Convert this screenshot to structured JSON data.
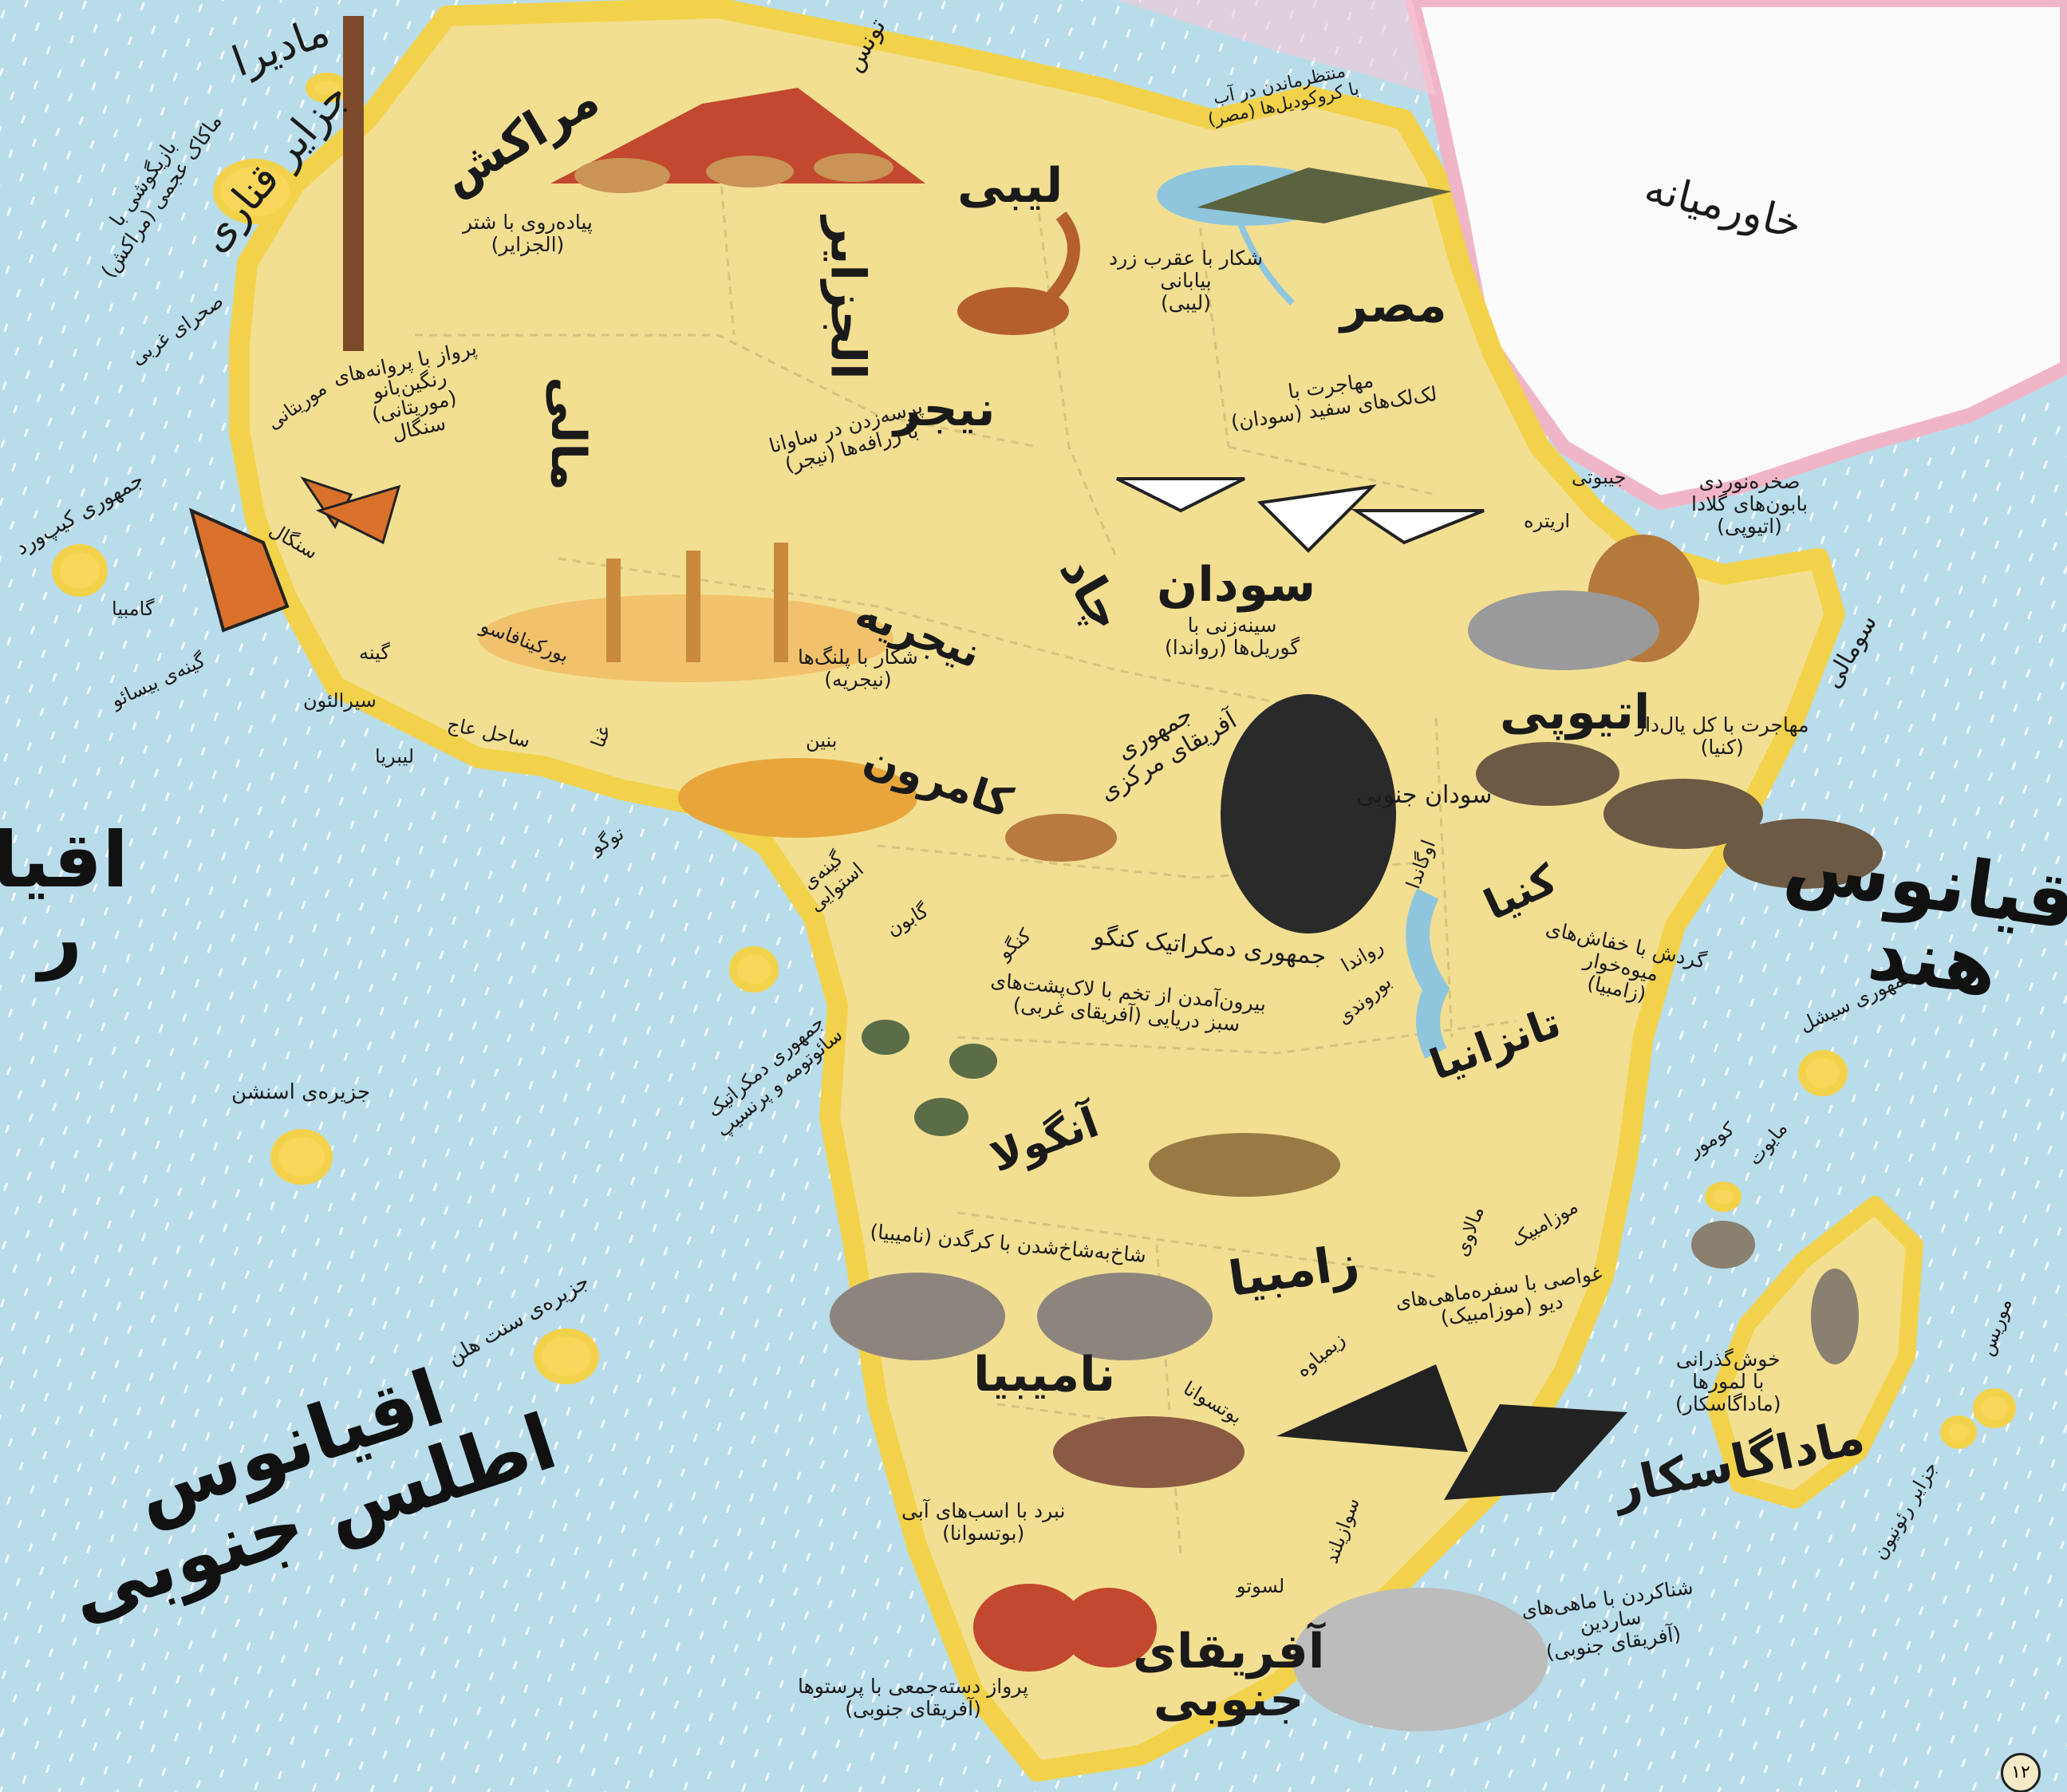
{
  "colors": {
    "ocean": "#b9dcea",
    "land": "#f3df92",
    "coast": "#f1d24a",
    "middle_east": "#fbfbfb",
    "middle_east_border": "#f0b6c8",
    "island": "#f7d659"
  },
  "oceans": {
    "indian": "اقیانوس\nهند",
    "south_atlantic": "اقیانوس\nاطلس جنوبی",
    "atlantic_partial": "اقیا\nر"
  },
  "regions": {
    "middle_east": "خاورمیانه"
  },
  "countries": {
    "morocco": "مراکش",
    "libya": "لیبی",
    "algeria": "الجزایر",
    "egypt": "مصر",
    "niger": "نیجر",
    "mali": "مالی",
    "chad": "چاد",
    "sudan": "سودان",
    "nigeria": "نیجریه",
    "ethiopia": "اتیوپی",
    "cameroon": "کامرون",
    "kenya": "کنیا",
    "tanzania": "تانزانیا",
    "angola": "آنگولا",
    "zambia": "زامبیا",
    "namibia": "نامیبیا",
    "madagascar": "ماداگاسکار",
    "south_africa": "آفریقای\nجنوبی",
    "tunisia": "تونس",
    "western_sahara": "صحرای غربی",
    "mauritania": "موریتانی",
    "senegal": "سنگال",
    "gambia": "گامبیا",
    "guinea_bissau": "گینه‌ی بیسائو",
    "guinea": "گینه",
    "sierra_leone": "سیرالئون",
    "liberia": "لیبریا",
    "ivory_coast": "ساحل عاج",
    "ghana": "غنا",
    "togo": "توگو",
    "benin": "بنین",
    "burkina_faso": "بورکینافاسو",
    "eritrea": "اریتره",
    "djibouti": "جیبوتی",
    "somalia": "سومالی",
    "south_sudan": "سودان جنوبی",
    "uganda": "اوگاندا",
    "rwanda": "رواندا",
    "burundi": "بوروندی",
    "car": "جمهوری\nآفریقای مرکزی",
    "drc": "جمهوری دمکراتیک کنگو",
    "congo": "کنگو",
    "gabon": "گابون",
    "eq_guinea": "گینه‌ی\nاستوایی",
    "sao_tome": "جمهوری دمکراتیک\nسائوتومه و پرنسیپ",
    "malawi": "مالاوی",
    "mozambique": "موزامبیک",
    "zimbabwe": "زیمباوه",
    "botswana": "بوتسوانا",
    "swaziland": "سوازیلند",
    "lesotho": "لسوتو",
    "comoros": "کومور",
    "mayotte": "مایوت",
    "seychelles": "جمهوری سیشل",
    "mauritius": "موریس",
    "reunion": "جزایر رئونیون"
  },
  "islands": {
    "madeira": "مادیرا",
    "canary": "جزایر قناری",
    "cape_verde": "جمهوری کیپ‌ورد",
    "ascension": "جزیره‌ی اسنشن",
    "saint_helena": "جزیره‌ی سنت هلن"
  },
  "captions": {
    "macaque": "بازیگوشی با\nماکاک عجمی (مراکش)",
    "camel": "پیاده‌روی با شتر\n(الجزایر)",
    "scorpion": "شکار با عقرب زرد\nبیابانی\n(لیبی)",
    "crocodile": "منتظرماندن در آب\nبا کروکودیل‌ها (مصر)",
    "butterfly": "پرواز با پروانه‌های\nرنگین‌بانو\n(موریتانی)\nسنگال",
    "giraffe": "پرسه‌زدن در ساوانا\nبا زرافه‌ها (نیجر)",
    "stork": "مهاجرت با\nلک‌لک‌های سفید (سودان)",
    "gelada": "صخره‌نوردی\nبابون‌های گلادا\n(اتیوپی)",
    "gorilla": "سینه‌زنی با\nگوریل‌ها (رواندا)",
    "leopard": "شکار با پلنگ‌ها\n(نیجریه)",
    "wildebeest": "مهاجرت با کل یال‌دار\n(کنیا)",
    "bat": "گردش با خفاش‌های\nمیوه‌خوار\n(زامبیا)",
    "turtle": "بیرون‌آمدن از تخم با لاک‌پشت‌های\nسبز دریایی (آفریقای غربی)",
    "rhino": "شاخ‌به‌شاخ‌شدن با کرگدن (نامیبیا)",
    "manta": "غواصی با سفره‌ماهی‌های\nدیو (موزامبیک)",
    "lemur": "خوش‌گذرانی\nبا لمورها\n(ماداگاسکار)",
    "hippo": "نبرد با اسب‌های آبی\n(بوتسوانا)",
    "sardine": "شناکردن با ماهی‌های\nساردین\n(آفریقای جنوبی)",
    "swallow": "پرواز دسته‌جمعی با پرستوها\n(آفریقای جنوبی)"
  },
  "page_number": "۱۲"
}
